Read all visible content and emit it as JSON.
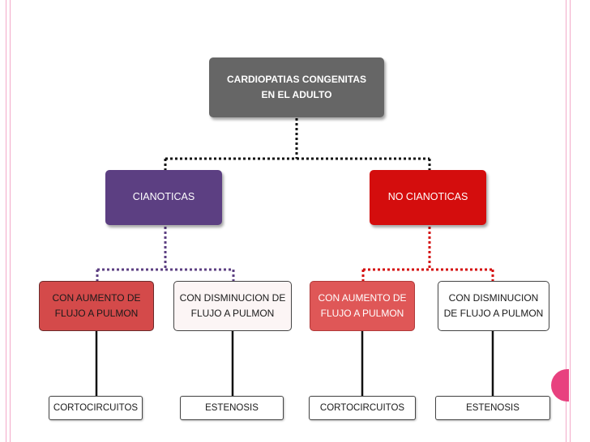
{
  "diagram": {
    "root": {
      "line1": "CARDIOPATIAS CONGENITAS",
      "line2": "EN EL ADULTO"
    },
    "cianoticas": {
      "label": "CIANOTICAS"
    },
    "no_cianoticas": {
      "label": "NO CIANOTICAS"
    },
    "level2": [
      {
        "line1": "CON AUMENTO DE",
        "line2": "FLUJO A PULMON"
      },
      {
        "line1": "CON DISMINUCION DE",
        "line2": "FLUJO A PULMON"
      },
      {
        "line1": "CON AUMENTO DE",
        "line2": "FLUJO A PULMON"
      },
      {
        "line1": "CON DISMINUCION",
        "line2": "DE FLUJO A PULMON"
      }
    ],
    "leaves": [
      "CORTOCIRCUITOS",
      "ESTENOSIS",
      "CORTOCIRCUITOS",
      "ESTENOSIS"
    ]
  },
  "colors": {
    "root": "#666666",
    "cianoticas": "#5c3f82",
    "no_cianoticas": "#d40d0d",
    "frame_pink": "#f3a9c8",
    "accent_tab": "#e8417f"
  }
}
